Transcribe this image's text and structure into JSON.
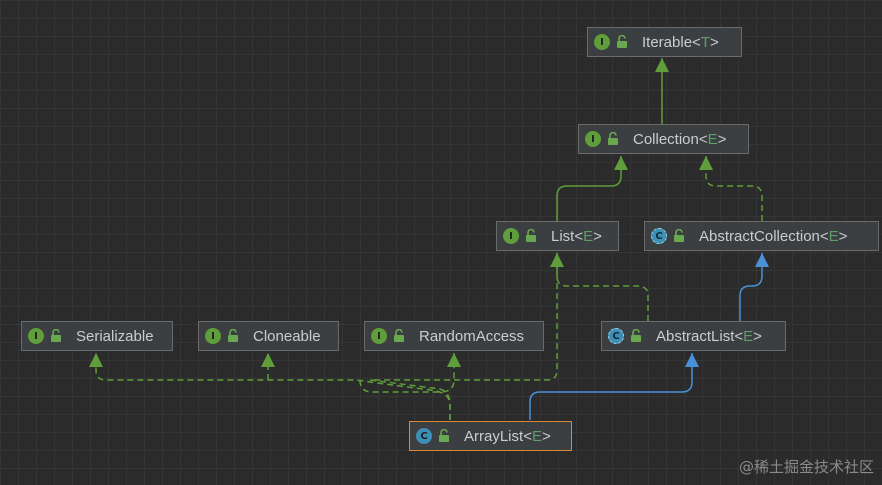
{
  "nodes": {
    "iterable": {
      "name": "Iterable",
      "lt": "<",
      "param": "T",
      "gt": ">",
      "kind": "interface",
      "badge": "I"
    },
    "collection": {
      "name": "Collection",
      "lt": "<",
      "param": "E",
      "gt": ">",
      "kind": "interface",
      "badge": "I"
    },
    "list": {
      "name": "List",
      "lt": "<",
      "param": "E",
      "gt": ">",
      "kind": "interface",
      "badge": "I"
    },
    "abstract_collection": {
      "name": "AbstractCollection",
      "lt": "<",
      "param": "E",
      "gt": ">",
      "kind": "abstract-class",
      "badge": "C"
    },
    "serializable": {
      "name": "Serializable",
      "lt": "",
      "param": "",
      "gt": "",
      "kind": "interface",
      "badge": "I"
    },
    "cloneable": {
      "name": "Cloneable",
      "lt": "",
      "param": "",
      "gt": "",
      "kind": "interface",
      "badge": "I"
    },
    "random_access": {
      "name": "RandomAccess",
      "lt": "",
      "param": "",
      "gt": "",
      "kind": "interface",
      "badge": "I"
    },
    "abstract_list": {
      "name": "AbstractList",
      "lt": "<",
      "param": "E",
      "gt": ">",
      "kind": "abstract-class",
      "badge": "C"
    },
    "arraylist": {
      "name": "ArrayList",
      "lt": "<",
      "param": "E",
      "gt": ">",
      "kind": "class",
      "badge": "C"
    }
  },
  "watermark": "@稀土掘金技术社区",
  "colors": {
    "extends_interface": "#5f9e3a",
    "implements": "#5f9e3a",
    "extends_class": "#4a90d9",
    "selected_border": "#d88a3a"
  },
  "icons": {
    "interface_badge": "interface-icon",
    "class_badge": "class-icon",
    "abstract_badge": "abstract-class-icon",
    "visibility": "unlocked-icon"
  }
}
